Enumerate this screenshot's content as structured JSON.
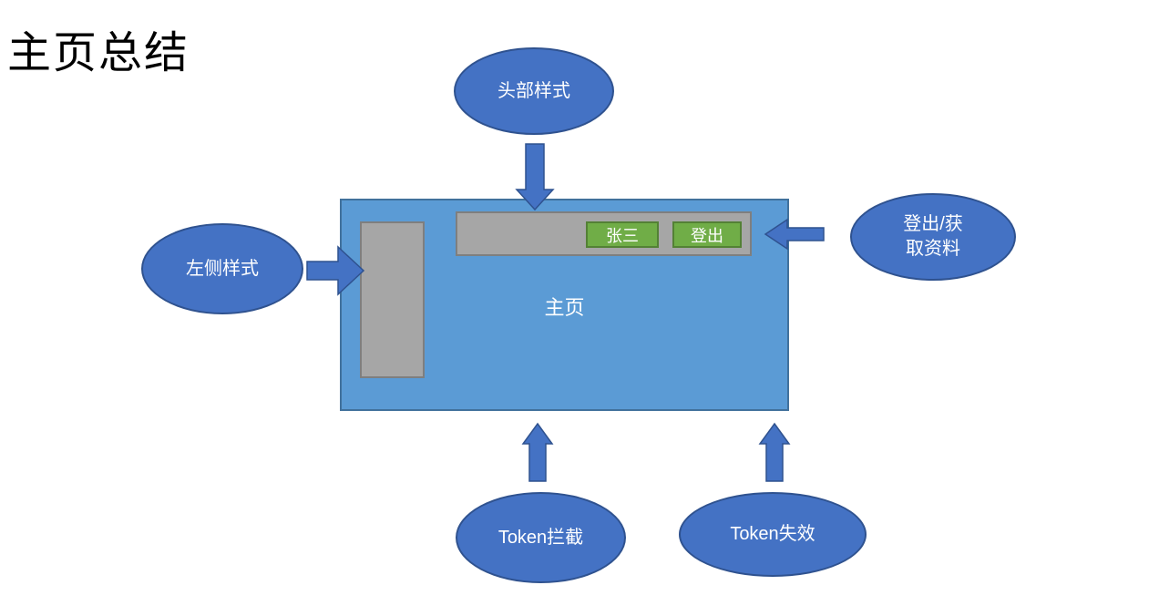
{
  "title": "主页总结",
  "colors": {
    "ellipse_fill": "#4472C4",
    "ellipse_border": "#2F528F",
    "panel_fill": "#5B9BD5",
    "panel_border": "#41719C",
    "gray_fill": "#A6A6A6",
    "gray_border": "#7F7F7F",
    "button_fill": "#70AD47",
    "button_border": "#538135",
    "text_on_shapes": "#FFFFFF",
    "title_color": "#000000",
    "background": "#FFFFFF"
  },
  "diagram": {
    "nodes": {
      "header_style": {
        "label": "头部样式"
      },
      "left_style": {
        "label": "左侧样式"
      },
      "logout_profile": {
        "label_line1": "登出/获",
        "label_line2": "取资料"
      },
      "token_intercept": {
        "label": "Token拦截"
      },
      "token_expired": {
        "label": "Token失效"
      }
    },
    "page_mockup": {
      "label": "主页",
      "header_buttons": [
        {
          "label": "张三"
        },
        {
          "label": "登出"
        }
      ]
    },
    "arrows": [
      {
        "name": "arrow-header-style-down",
        "direction": "down"
      },
      {
        "name": "arrow-left-style-right",
        "direction": "right"
      },
      {
        "name": "arrow-logout-profile-left",
        "direction": "left"
      },
      {
        "name": "arrow-token-intercept-up",
        "direction": "up"
      },
      {
        "name": "arrow-token-expired-up",
        "direction": "up"
      }
    ]
  }
}
